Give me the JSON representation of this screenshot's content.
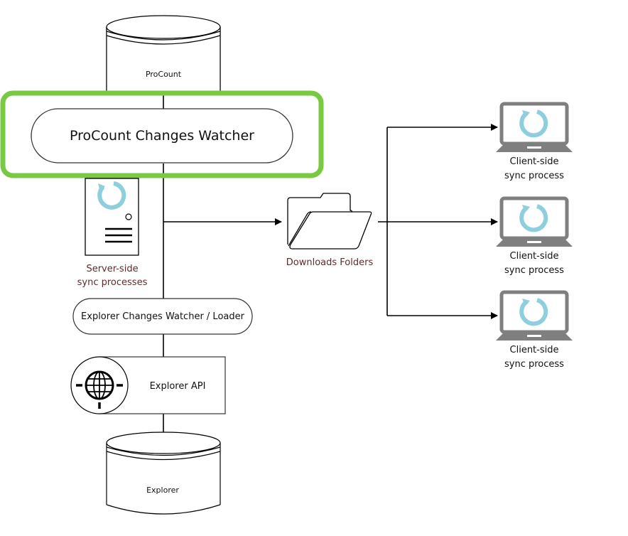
{
  "colors": {
    "highlight": "#7ac943",
    "sync_icon": "#8ecfdd",
    "laptop": "#7f7f7f",
    "caption": "#5b2c2c",
    "line": "#000000"
  },
  "nodes": {
    "procount_db": {
      "label": "ProCount",
      "icon": "database-cylinder"
    },
    "procount_watcher": {
      "label": "ProCount Changes Watcher",
      "highlighted": true
    },
    "server": {
      "label_line1": "Server-side",
      "label_line2": "sync processes",
      "icon": "server-sync"
    },
    "explorer_watcher": {
      "label": "Explorer Changes Watcher / Loader"
    },
    "explorer_api": {
      "label": "Explorer API",
      "icon": "globe-icon"
    },
    "explorer_db": {
      "label": "Explorer",
      "icon": "database-cylinder"
    },
    "downloads": {
      "label": "Downloads Folders",
      "icon": "open-folder"
    },
    "clients": [
      {
        "label_line1": "Client-side",
        "label_line2": "sync process",
        "icon": "laptop-sync"
      },
      {
        "label_line1": "Client-side",
        "label_line2": "sync process",
        "icon": "laptop-sync"
      },
      {
        "label_line1": "Client-side",
        "label_line2": "sync process",
        "icon": "laptop-sync"
      }
    ]
  },
  "edges": [
    {
      "from": "procount_db",
      "to": "procount_watcher"
    },
    {
      "from": "procount_watcher",
      "to": "explorer_watcher"
    },
    {
      "from": "procount_watcher",
      "to": "downloads",
      "arrow": true
    },
    {
      "from": "explorer_watcher",
      "to": "explorer_api"
    },
    {
      "from": "explorer_api",
      "to": "explorer_db"
    },
    {
      "from": "downloads",
      "to": "client-1",
      "arrow": true
    },
    {
      "from": "downloads",
      "to": "client-2",
      "arrow": true
    },
    {
      "from": "downloads",
      "to": "client-3",
      "arrow": true
    }
  ]
}
